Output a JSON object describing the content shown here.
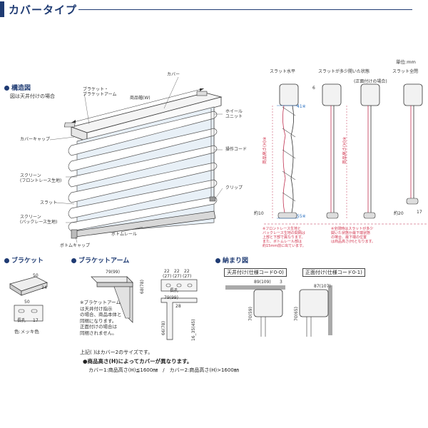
{
  "unit_label": "単位:mm",
  "title": "カバータイプ",
  "structure": {
    "heading": "構造図",
    "sub": "図は天井付けの場合",
    "labels": {
      "bracket_arm": "ブラケット・\nブラケットアーム",
      "cover": "カバー",
      "width": "商品幅(W)",
      "wheel_unit": "ホイール\nユニット",
      "cover_cap": "カバーキャップ",
      "operation_cord": "操作コード",
      "screen_front": "スクリーン\n(フロントレース生地)",
      "clip": "クリップ",
      "slat": "スラット",
      "screen_back": "スクリーン\n(バックレース生地)",
      "bottom_rail": "ボトムレール",
      "bottom_cap": "ボトムキャップ"
    }
  },
  "slat_states": {
    "horizontal": "スラット水平",
    "partly_open": "スラットが多少開いた状態",
    "partly_note": "(正面付けの場合)",
    "closed": "スラット全閉",
    "dim_6": "6",
    "dim_41": "41※",
    "dim_55": "55※",
    "dim_10": "約10",
    "dim_20": "約20",
    "dim_17": "17",
    "height_label_1": "商品高さ(H)※",
    "height_label_2": "商品高さ(H)※",
    "note_left": "※フロントレース生地と\nバックレース生地の間隔は\n上部と下部で異なります。\nまた、ボトムレール部は\n約15mm前に出ています。",
    "note_right": "※全閉時はスラットが多少\n開いた状態か最下端状態\nの場合、最下端の位置\nは商品高さ(H)となります。"
  },
  "bracket": {
    "heading": "ブラケット",
    "dim_50a": "50",
    "dim_24": "24",
    "dim_50b": "50",
    "dim_17": "17",
    "hole": "長孔",
    "color": "色:メッキ色"
  },
  "bracket_arm": {
    "heading": "ブラケットアーム",
    "dim_79_99": "79(99)",
    "dim_79_99_b": "79(99)",
    "dim_22a": "22",
    "dim_22b": "22",
    "dim_22c": "22",
    "dim_27a": "(27)",
    "dim_27b": "(27)",
    "dim_27c": "(27)",
    "dim_68_78": "68(78)",
    "dim_28": "28",
    "dim_16_35": "16_35(45)",
    "dim_66_78": "66(78)",
    "hole": "長孔",
    "note": "※ブラケットアーム\nは天井付け指示\nの場合、商品本体と\n同梱になります。\n正面付けの場合は\n同梱されません。"
  },
  "installation": {
    "heading": "納まり図",
    "ceiling": "天井付け(仕様コード0-0)",
    "front": "正面付け(仕様コード0-1)",
    "dim_89_109": "89(109)",
    "dim_3": "3",
    "dim_70_59": "70(59)",
    "dim_87_107": "87(107)",
    "dim_70_65": "70(65)"
  },
  "footer": {
    "note1": "上記(  )はカバー2のサイズです。",
    "note2": "●商品高さ(H)によってカバーが異なります。",
    "note3": "カバー1:商品高さ(H)≦1600㎜　/　カバー2:商品高さ(H)>1600㎜"
  }
}
